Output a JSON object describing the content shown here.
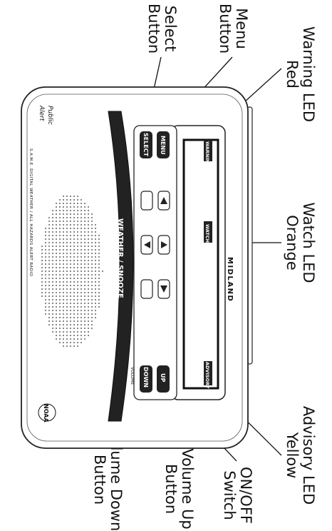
{
  "callouts": {
    "warning_led": [
      "Warning LED",
      "Red"
    ],
    "watch_led": [
      "Watch LED",
      "Orange"
    ],
    "advisory_led": [
      "Advisory LED",
      "Yellow"
    ],
    "menu_button": [
      "Menu",
      "Button"
    ],
    "select_button": [
      "Select",
      "Button"
    ],
    "on_off_switch": [
      "ON/OFF",
      "Switch"
    ],
    "volume_up_button": [
      "Volume Up",
      "Button"
    ],
    "volume_down_button": [
      "Volume Down",
      "Button"
    ]
  },
  "device": {
    "brand": "MIDLAND",
    "public_alert": [
      "Public",
      "Alert"
    ],
    "model_line": "S.A.M.E. DIGITAL WEATHER / ALL HAZARDS ALERT RADIO",
    "noaa": "NOAA",
    "weather_snooze": "WEATHER / SNOOZE",
    "select": "SELECT",
    "menu": "MENU",
    "up": "UP",
    "down": "DOWN",
    "volume": "VOLUME",
    "warning": "WARNING",
    "watch": "WATCH",
    "advisory": "ADVISORY"
  }
}
